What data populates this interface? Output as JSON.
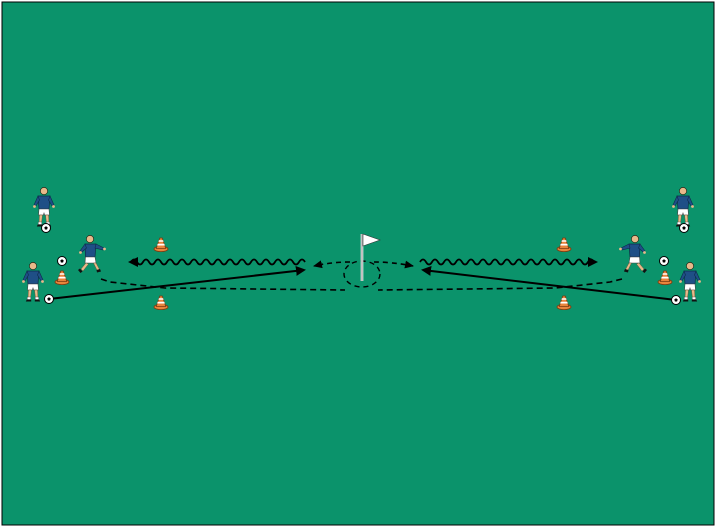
{
  "pitch": {
    "field_color": "#0b936b",
    "border_color": "#000000"
  },
  "colors": {
    "shirt": "#1f4f86",
    "shorts": "#ffffff",
    "skin": "#e8b98a",
    "hair": "#2a1a0e",
    "cone_orange": "#e8843c",
    "cone_stripe": "#ffffff",
    "flag": "#ffffff",
    "line": "#000000"
  },
  "icons": {
    "player": "player-icon",
    "ball": "soccer-ball-icon",
    "cone": "cone-icon",
    "flag": "flag-icon"
  },
  "drill": {
    "left_group": {
      "players": 3,
      "balls": 3,
      "cones": 3
    },
    "right_group": {
      "players": 3,
      "balls": 3,
      "cones": 3
    },
    "center": {
      "flags": 1
    }
  }
}
